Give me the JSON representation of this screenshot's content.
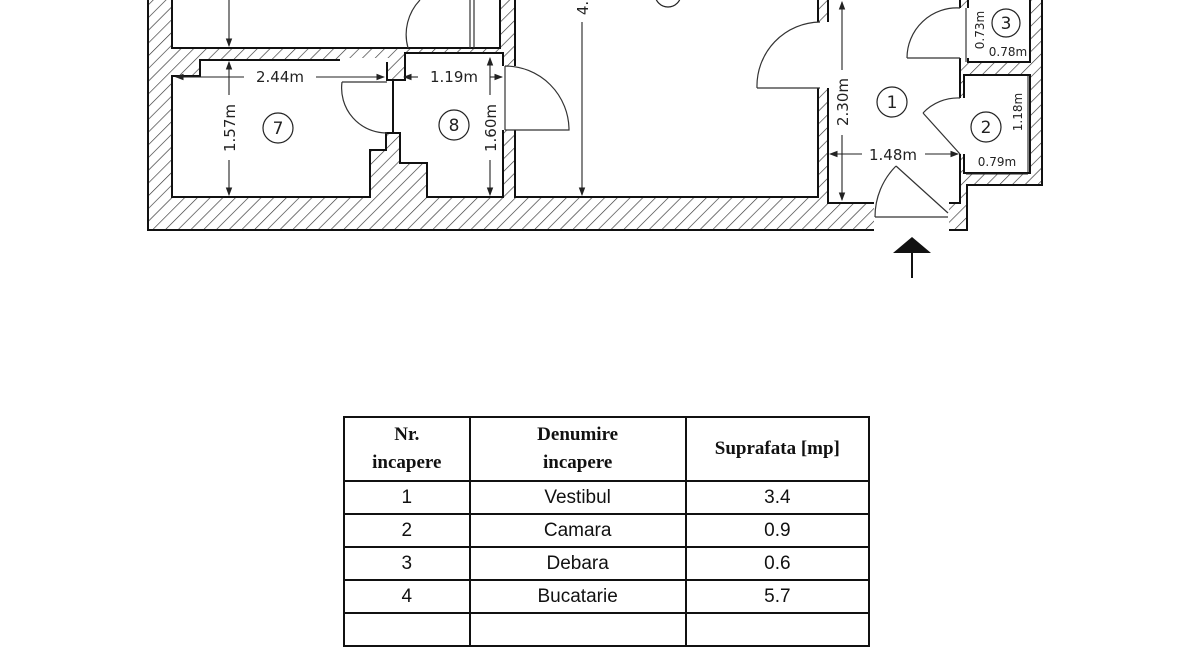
{
  "plan": {
    "dimensions": {
      "room7_width": "2.44m",
      "room8_width": "1.19m",
      "room7_height": "1.57m",
      "room8_height": "1.60m",
      "big_room_height_partial": "4.",
      "room1_height": "2.30m",
      "room1_width": "1.48m",
      "room3_height": "0.73m",
      "room3_width": "0.78m",
      "room2_height": "1.18m",
      "room2_width": "0.79m"
    },
    "room_numbers": {
      "r1": "1",
      "r2": "2",
      "r3": "3",
      "r7": "7",
      "r8": "8"
    }
  },
  "table": {
    "headers": {
      "nr_line1": "Nr.",
      "nr_line2": "incapere",
      "name_line1": "Denumire",
      "name_line2": "incapere",
      "area": "Suprafata [mp]"
    },
    "rows": [
      {
        "nr": "1",
        "name": "Vestibul",
        "area": "3.4"
      },
      {
        "nr": "2",
        "name": "Camara",
        "area": "0.9"
      },
      {
        "nr": "3",
        "name": "Debara",
        "area": "0.6"
      },
      {
        "nr": "4",
        "name": "Bucatarie",
        "area": "5.7"
      }
    ]
  }
}
